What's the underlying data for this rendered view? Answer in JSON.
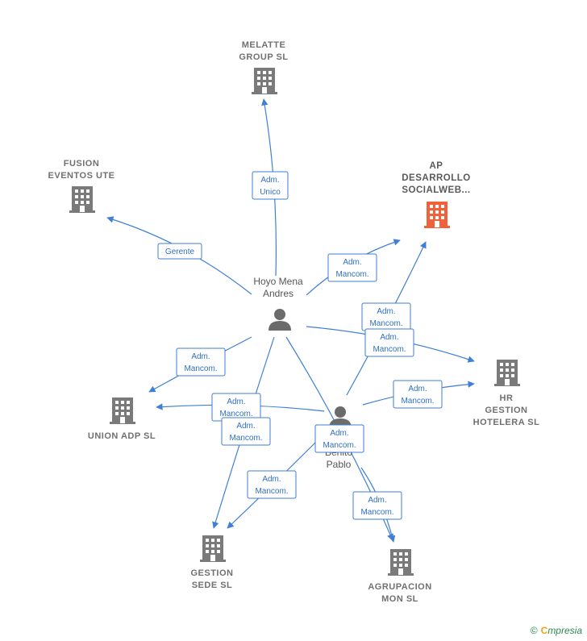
{
  "colors": {
    "edge": "#3f7fd6",
    "building": "#7a7a7a",
    "building_highlight": "#f0623a",
    "person": "#6b6b6b"
  },
  "nodes": {
    "melatte": {
      "lines": [
        "MELATTE",
        "GROUP  SL"
      ],
      "icon": "building-icon"
    },
    "fusion": {
      "lines": [
        "FUSION",
        "EVENTOS UTE"
      ],
      "icon": "building-icon"
    },
    "ap": {
      "lines": [
        "AP",
        "DESARROLLO",
        "SOCIALWEB..."
      ],
      "icon": "building-icon",
      "highlight": true
    },
    "hr": {
      "lines": [
        "HR",
        "GESTION",
        "HOTELERA  SL"
      ],
      "icon": "building-icon"
    },
    "union": {
      "lines": [
        "UNION ADP  SL"
      ],
      "icon": "building-icon"
    },
    "gestion": {
      "lines": [
        "GESTION",
        "SEDE  SL"
      ],
      "icon": "building-icon"
    },
    "agrupacion": {
      "lines": [
        "AGRUPACION",
        "MON  SL"
      ],
      "icon": "building-icon"
    },
    "hoyo": {
      "lines": [
        "Hoyo Mena",
        "Andres"
      ],
      "icon": "person-icon"
    },
    "benito": {
      "lines": [
        "Benito",
        "Pablo"
      ],
      "icon": "person-icon"
    }
  },
  "relations": {
    "r1": [
      "Adm.",
      "Unico"
    ],
    "r2": [
      "Gerente"
    ],
    "r3": [
      "Adm.",
      "Mancom."
    ],
    "r4": [
      "Adm.",
      "Mancom."
    ],
    "r5": [
      "Adm.",
      "Mancom."
    ],
    "r6": [
      "Adm.",
      "Mancom."
    ],
    "r7": [
      "Adm.",
      "Mancom."
    ],
    "r8": [
      "Adm.",
      "Mancom."
    ],
    "r9": [
      "Adm.",
      "Mancom."
    ],
    "r10": [
      "Adm.",
      "Mancom."
    ],
    "r11": [
      "Adm.",
      "Mancom."
    ],
    "r12": [
      "Adm.",
      "Mancom."
    ]
  },
  "footer": {
    "copyright": "©",
    "brand_initial": "C",
    "brand_rest": "mpresia"
  }
}
